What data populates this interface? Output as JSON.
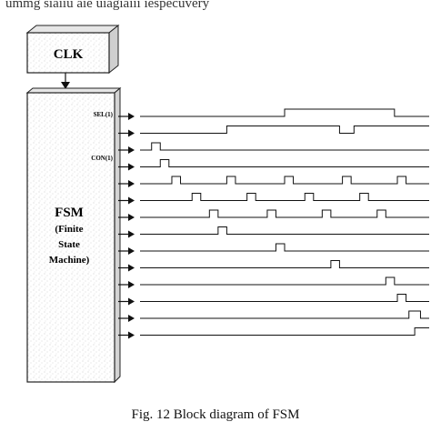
{
  "top_fragment": "ummg siaiiu aie uiagiaiii iespecuvery",
  "clk_label": "CLK",
  "fsm": {
    "title": "FSM",
    "subtitle_lines": [
      "(Finite",
      "State",
      "Machine)"
    ]
  },
  "signal_labels": {
    "sel": "SEL(1)",
    "con": "CON(1)"
  },
  "caption": "Fig. 12 Block diagram of FSM",
  "signals": [
    {
      "name": "sel-1",
      "pulses": [
        [
          0.5,
          0.88
        ]
      ]
    },
    {
      "name": "sel-2",
      "pulses": [
        [
          0.3,
          0.69
        ],
        [
          0.74,
          1.0
        ]
      ]
    },
    {
      "name": "con-1",
      "pulses": [
        [
          0.04,
          0.07
        ]
      ]
    },
    {
      "name": "sig-4",
      "pulses": [
        [
          0.07,
          0.1
        ]
      ]
    },
    {
      "name": "sig-5",
      "pulses": [
        [
          0.11,
          0.14
        ],
        [
          0.3,
          0.33
        ],
        [
          0.5,
          0.53
        ],
        [
          0.7,
          0.73
        ],
        [
          0.89,
          0.92
        ]
      ]
    },
    {
      "name": "sig-6",
      "pulses": [
        [
          0.18,
          0.21
        ],
        [
          0.37,
          0.4
        ],
        [
          0.57,
          0.6
        ],
        [
          0.76,
          0.79
        ]
      ]
    },
    {
      "name": "sig-7",
      "pulses": [
        [
          0.24,
          0.27
        ],
        [
          0.44,
          0.47
        ],
        [
          0.63,
          0.66
        ],
        [
          0.82,
          0.85
        ]
      ]
    },
    {
      "name": "sig-8",
      "pulses": [
        [
          0.27,
          0.3
        ]
      ]
    },
    {
      "name": "sig-9",
      "pulses": [
        [
          0.47,
          0.5
        ]
      ]
    },
    {
      "name": "sig-10",
      "pulses": [
        [
          0.66,
          0.69
        ]
      ]
    },
    {
      "name": "sig-11",
      "pulses": [
        [
          0.85,
          0.88
        ]
      ]
    },
    {
      "name": "sig-12",
      "pulses": [
        [
          0.89,
          0.92
        ]
      ]
    },
    {
      "name": "sig-13",
      "pulses": [
        [
          0.93,
          0.97
        ]
      ]
    },
    {
      "name": "sig-14",
      "pulses": [
        [
          0.95,
          1.0
        ]
      ]
    }
  ]
}
